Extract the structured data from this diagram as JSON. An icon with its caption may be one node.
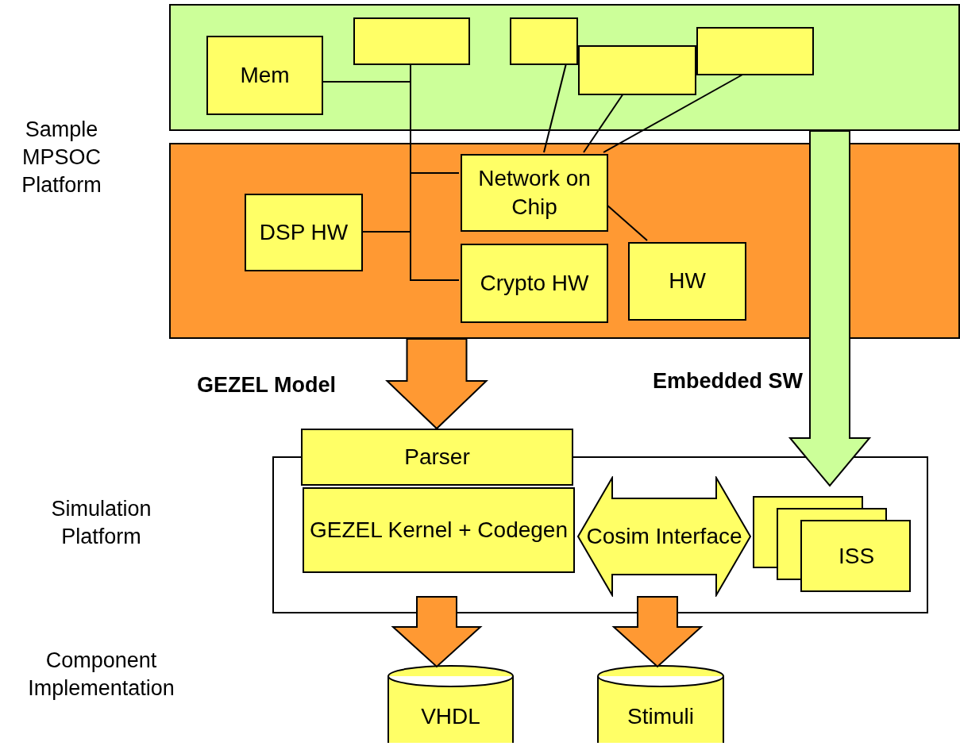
{
  "diagram": {
    "nodes": [
      {
        "text": [],
        "shape": "box"
      },
      {
        "text": [
          "Mem"
        ],
        "in": 0
      },
      {
        "text": [],
        "shape": "box",
        "in": 0
      },
      {
        "text": [],
        "shape": "box",
        "in": 0
      },
      {
        "text": [],
        "shape": "box",
        "in": 0
      },
      {
        "text": [],
        "shape": "box",
        "in": 0
      },
      {
        "text": [],
        "shape": "box"
      },
      {
        "text": [
          "Network on Chip"
        ],
        "in": 6
      },
      {
        "text": [
          "DSP HW"
        ],
        "in": 6
      },
      {
        "text": [
          "Crypto HW"
        ],
        "in": 6
      },
      {
        "text": [
          "HW"
        ],
        "in": 6
      },
      {
        "text": [],
        "shape": "box"
      },
      {
        "text": [
          "Parser"
        ]
      },
      {
        "text": [
          "GEZEL Kernel + Codegen"
        ],
        "in": 11
      },
      {
        "text": [
          "Cosim Interface"
        ],
        "in": 11
      },
      {
        "text": [
          "ISS"
        ],
        "in": 11
      },
      {
        "text": [
          "VHDL"
        ]
      },
      {
        "text": [
          "Stimuli"
        ]
      }
    ],
    "edges": [
      {
        "from": 1,
        "to": 2,
        "arrow": "none"
      },
      {
        "from": 2,
        "to": 7,
        "arrow": "none"
      },
      {
        "from": 8,
        "to": 2,
        "arrow": "none"
      },
      {
        "from": 9,
        "to": 2,
        "arrow": "none"
      },
      {
        "from": 3,
        "to": 7,
        "arrow": "none"
      },
      {
        "from": 4,
        "to": 7,
        "arrow": "none"
      },
      {
        "from": 5,
        "to": 7,
        "arrow": "none"
      },
      {
        "from": 7,
        "to": 10,
        "arrow": "none"
      },
      {
        "from": 6,
        "to": 12,
        "arrow": "to",
        "label": "GEZEL Model",
        "style": "thick",
        "color": "#ff9933"
      },
      {
        "from": 0,
        "to": 15,
        "arrow": "to",
        "label": "Embedded SW",
        "style": "thick",
        "color": "#ccff99"
      },
      {
        "from": 13,
        "to": 16,
        "arrow": "to",
        "style": "thick",
        "color": "#ff9933"
      },
      {
        "from": 14,
        "to": 17,
        "arrow": "to",
        "style": "thick",
        "color": "#ff9933"
      }
    ],
    "labels": [
      "Sample MPSOC Platform",
      "Simulation Platform",
      "Component Implementation"
    ]
  }
}
